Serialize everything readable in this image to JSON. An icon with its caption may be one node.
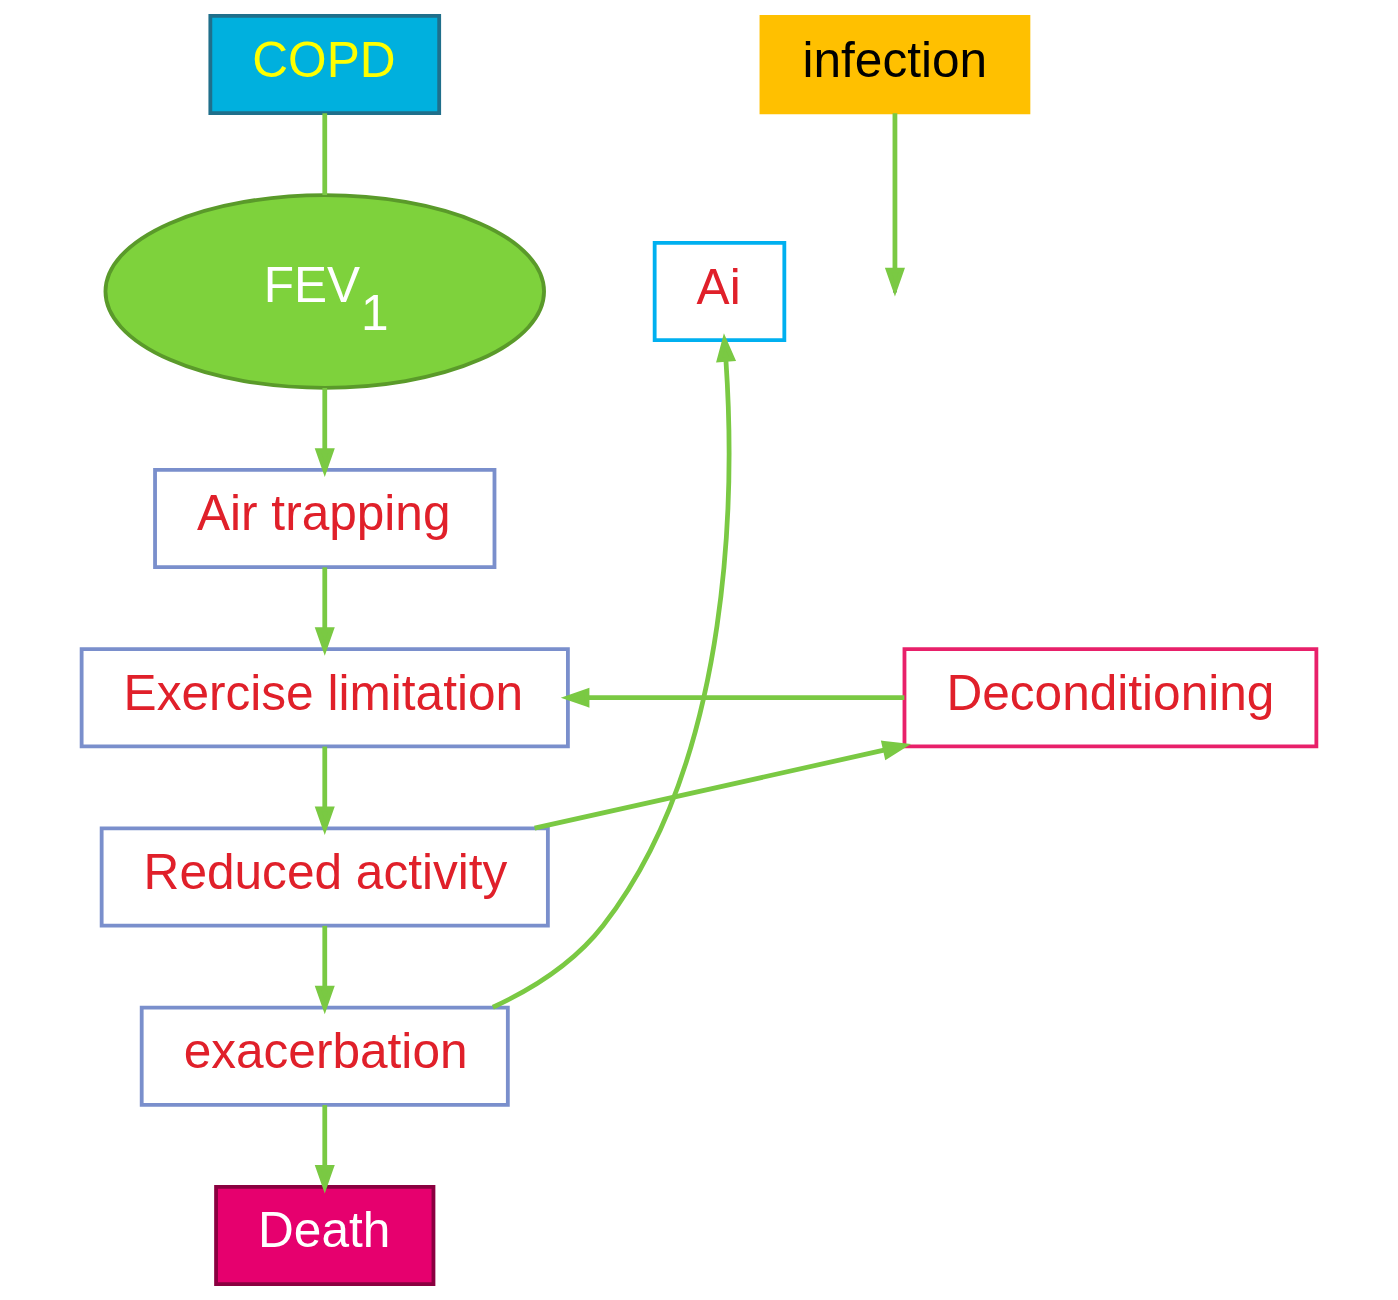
{
  "diagram": {
    "nodes": [
      {
        "text": [
          "COPD"
        ]
      },
      {
        "text": [
          "Ai"
        ]
      },
      {
        "text": [
          "FEV$_{1}$"
        ]
      },
      {
        "text": [
          "Air trapping"
        ]
      },
      {
        "text": [
          "Exercise limitation"
        ]
      },
      {
        "text": [
          "Deconditioning"
        ]
      },
      {
        "text": [
          "Reduced activity"
        ]
      },
      {
        "text": [
          "infection"
        ]
      },
      {
        "text": [
          "exacerbation"
        ]
      },
      {
        "text": [
          "Death"
        ]
      }
    ],
    "edges": [
      {
        "from": 0,
        "to": 2,
        "arrow": "none"
      },
      {
        "from": 2,
        "to": 3,
        "arrow": "to"
      },
      {
        "from": 3,
        "to": 4,
        "arrow": "to"
      },
      {
        "from": 4,
        "to": 6,
        "arrow": "to"
      },
      {
        "from": 6,
        "to": 5,
        "arrow": "to"
      },
      {
        "from": 5,
        "to": 4,
        "arrow": "to"
      },
      {
        "from": 6,
        "to": 8,
        "arrow": "to"
      },
      {
        "from": 7,
        "to": null,
        "arrow": "to"
      },
      {
        "from": 8,
        "to": 1,
        "arrow": "to"
      },
      {
        "from": 8,
        "to": 9,
        "arrow": "to"
      }
    ]
  }
}
